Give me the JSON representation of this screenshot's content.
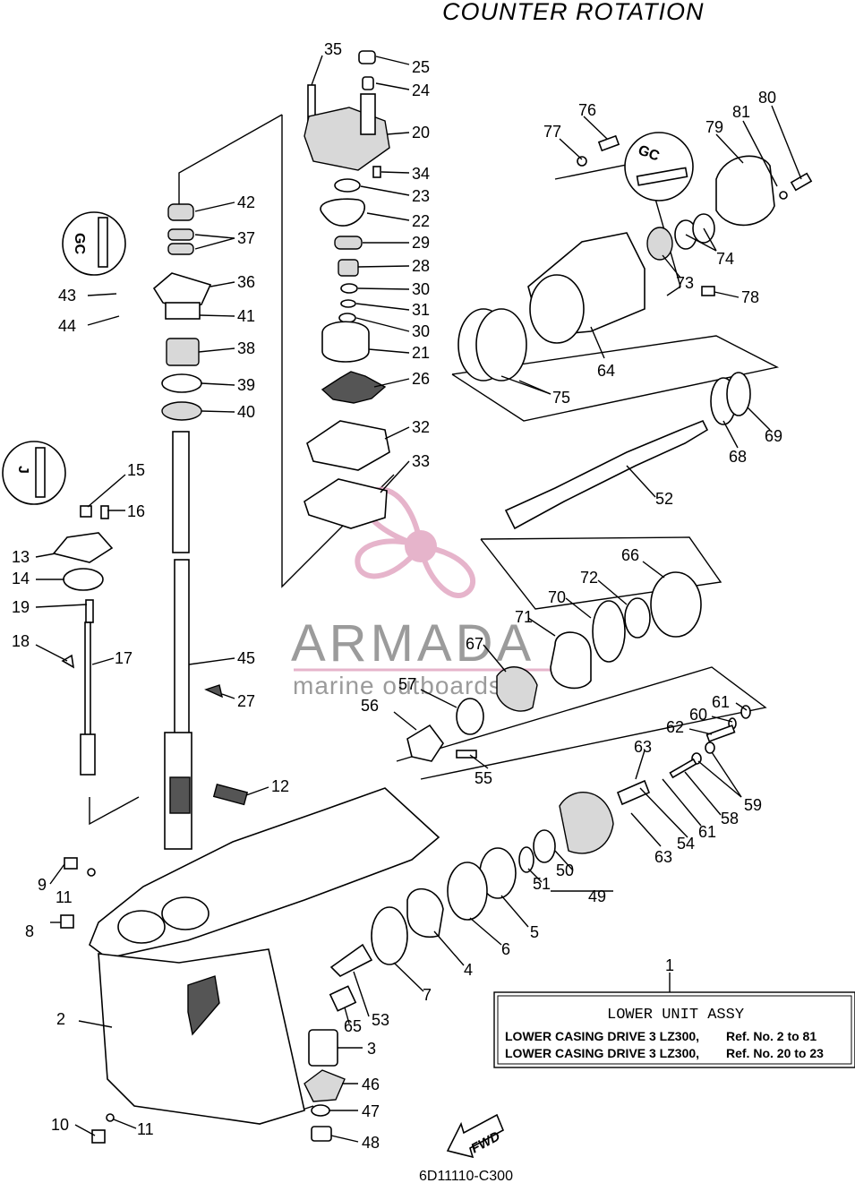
{
  "title": "COUNTER ROTATION",
  "diagram_code": "6D11110-C300",
  "watermark": {
    "brand": "ARMADA",
    "tagline": "marine outboards",
    "color": "#e2a8c3",
    "text_color": "#8a8a8a"
  },
  "info_box": {
    "callout": "1",
    "heading": "LOWER UNIT ASSY",
    "rows": [
      {
        "name": "LOWER CASING DRIVE 3 LZ300,",
        "ref": "Ref. No. 2 to 81"
      },
      {
        "name": "LOWER CASING DRIVE 3 LZ300,",
        "ref": "Ref. No. 20 to 23"
      }
    ]
  },
  "fwd_label": "FWD",
  "inset_symbols": {
    "grease_a": "GC",
    "grease_b": "GC",
    "grease_c": "J"
  },
  "labels": {
    "n2": "2",
    "n3": "3",
    "n4": "4",
    "n5": "5",
    "n6": "6",
    "n7": "7",
    "n8": "8",
    "n9": "9",
    "n10": "10",
    "n11a": "11",
    "n11b": "11",
    "n12": "12",
    "n13": "13",
    "n14": "14",
    "n15": "15",
    "n16": "16",
    "n17": "17",
    "n18": "18",
    "n19": "19",
    "n20": "20",
    "n21": "21",
    "n22": "22",
    "n23": "23",
    "n24": "24",
    "n25": "25",
    "n26": "26",
    "n27": "27",
    "n28": "28",
    "n29": "29",
    "n30a": "30",
    "n30b": "30",
    "n31": "31",
    "n32": "32",
    "n33": "33",
    "n34": "34",
    "n35": "35",
    "n36": "36",
    "n37": "37",
    "n38": "38",
    "n39": "39",
    "n40": "40",
    "n41": "41",
    "n42": "42",
    "n43": "43",
    "n44": "44",
    "n45": "45",
    "n46": "46",
    "n47": "47",
    "n48": "48",
    "n49": "49",
    "n50": "50",
    "n51": "51",
    "n52": "52",
    "n53": "53",
    "n54": "54",
    "n55": "55",
    "n56": "56",
    "n57": "57",
    "n58": "58",
    "n59": "59",
    "n60": "60",
    "n61a": "61",
    "n61b": "61",
    "n62": "62",
    "n63a": "63",
    "n63b": "63",
    "n64": "64",
    "n65": "65",
    "n66": "66",
    "n67": "67",
    "n68": "68",
    "n69": "69",
    "n70": "70",
    "n71": "71",
    "n72": "72",
    "n73": "73",
    "n74": "74",
    "n75": "75",
    "n76": "76",
    "n77": "77",
    "n78": "78",
    "n79": "79",
    "n80": "80",
    "n81": "81"
  }
}
